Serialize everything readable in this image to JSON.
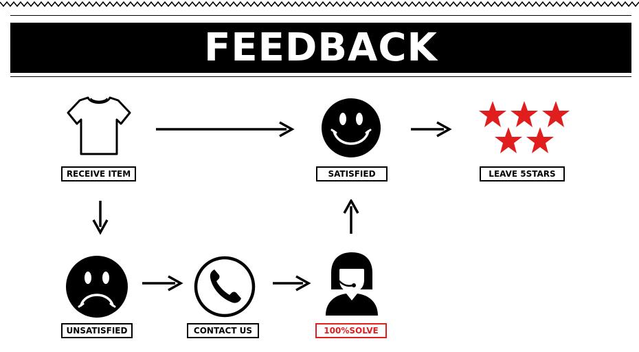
{
  "title": "FEEDBACK",
  "steps": {
    "receive_item": "RECEIVE ITEM",
    "satisfied": "SATISFIED",
    "leave_stars": "LEAVE 5STARS",
    "unsatisfied": "UNSATISFIED",
    "contact_us": "CONTACT US",
    "solve": "100%SOLVE"
  },
  "icons": {
    "receive_item": "tshirt-icon",
    "satisfied": "smiley-face-icon",
    "leave_stars": "five-stars-icon",
    "unsatisfied": "sad-face-icon",
    "contact_us": "phone-icon",
    "solve": "support-agent-icon"
  },
  "colors": {
    "banner": "#000000",
    "star": "#e01e1e",
    "highlight_label": "#e01e1e"
  }
}
